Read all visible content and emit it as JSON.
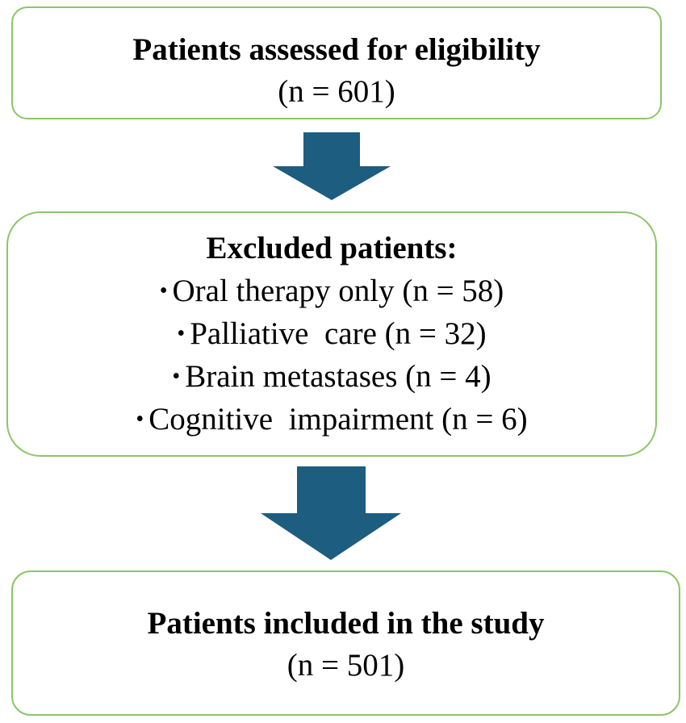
{
  "colors": {
    "box_border": "#8cc66a",
    "arrow_fill": "#1d5d7f"
  },
  "steps": {
    "assessed": {
      "title": "Patients assessed for eligibility",
      "count": "(n = 601)"
    },
    "excluded": {
      "title": "Excluded patients:",
      "bullet": "•",
      "items": [
        "Oral therapy only (n = 58)",
        "Palliative  care (n = 32)",
        "Brain metastases (n = 4)",
        "Cognitive  impairment (n = 6)"
      ]
    },
    "included": {
      "title": "Patients included in the study",
      "count": "(n = 501)"
    }
  },
  "arrows": [
    "down-arrow",
    "down-arrow"
  ]
}
